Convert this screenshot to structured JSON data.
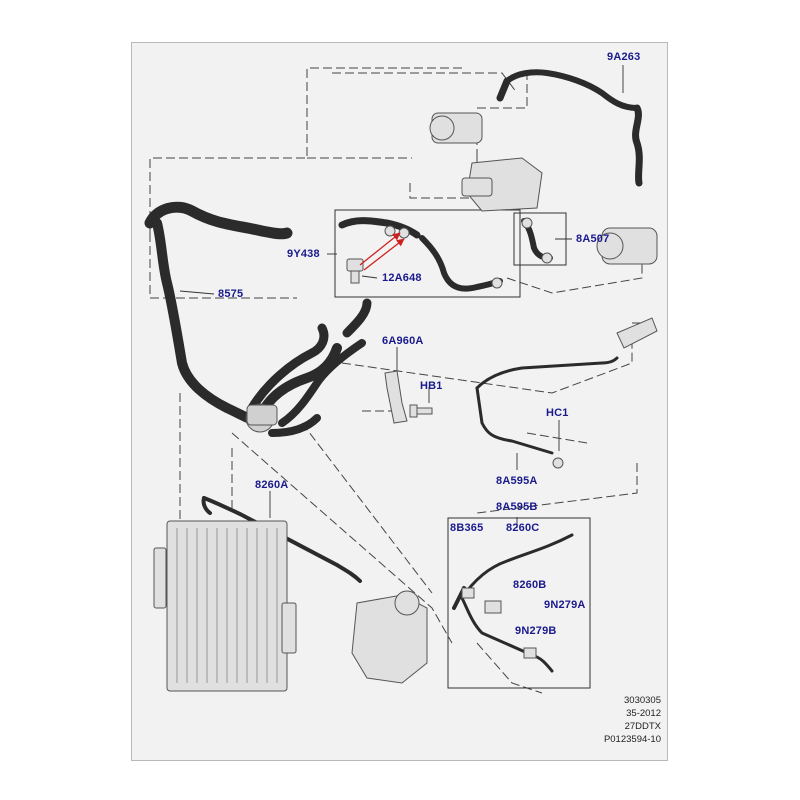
{
  "diagram": {
    "colors": {
      "background": "#f2f2f2",
      "border": "#b9b9b9",
      "hose_fill": "#2b2b2b",
      "line": "#333333",
      "callout_text": "#1a1a8c",
      "highlight_arrow": "#d11f1f",
      "part_outline": "#555555",
      "part_fill": "#e0e0e0"
    },
    "callouts": [
      {
        "id": "9a263",
        "text": "9A263"
      },
      {
        "id": "9y438",
        "text": "9Y438"
      },
      {
        "id": "8a507",
        "text": "8A507"
      },
      {
        "id": "12a648",
        "text": "12A648"
      },
      {
        "id": "8575",
        "text": "8575"
      },
      {
        "id": "6a960a",
        "text": "6A960A"
      },
      {
        "id": "hb1",
        "text": "HB1"
      },
      {
        "id": "hc1",
        "text": "HC1"
      },
      {
        "id": "8a595a",
        "text": "8A595A"
      },
      {
        "id": "8260a",
        "text": "8260A"
      },
      {
        "id": "8a595b",
        "text": "8A595B"
      },
      {
        "id": "8b365",
        "text": "8B365"
      },
      {
        "id": "8260c",
        "text": "8260C"
      },
      {
        "id": "8260b",
        "text": "8260B"
      },
      {
        "id": "9n279a",
        "text": "9N279A"
      },
      {
        "id": "9n279b",
        "text": "9N279B"
      }
    ],
    "reference": {
      "line1": "3030305",
      "line2": "35-2012",
      "line3": "27DDTX",
      "line4": "P0123594-10"
    }
  }
}
